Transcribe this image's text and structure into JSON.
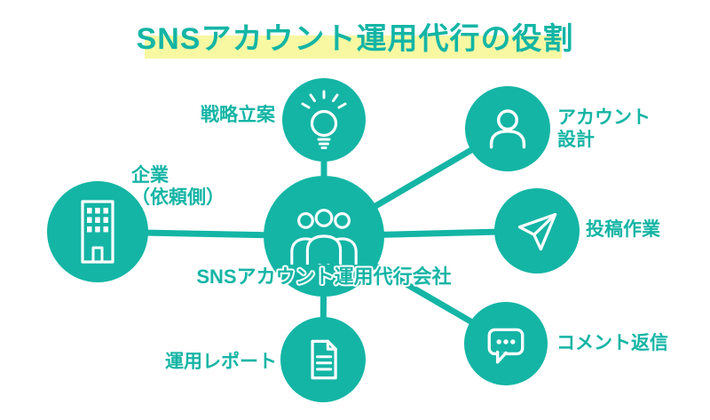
{
  "colors": {
    "teal": "#14b5a5",
    "highlight_yellow": "#f8f8a2",
    "icon_white": "#ffffff",
    "background": "#ffffff"
  },
  "title": {
    "text": "SNSアカウント運用代行の役割"
  },
  "hub": {
    "label": "SNSアカウント運用代行会社",
    "icon": "people-group-icon"
  },
  "nodes": {
    "strategy": {
      "label": "戦略立案",
      "icon": "lightbulb-icon"
    },
    "account_design": {
      "label_line1": "アカウント",
      "label_line2": "設計",
      "icon": "person-icon"
    },
    "posting": {
      "label": "投稿作業",
      "icon": "paper-plane-icon"
    },
    "comment_reply": {
      "label": "コメント返信",
      "icon": "speech-bubble-icon"
    },
    "report": {
      "label": "運用レポート",
      "icon": "document-icon"
    },
    "client_company": {
      "label_line1": "企業",
      "label_line2": "（依頼側）",
      "icon": "building-icon"
    }
  }
}
